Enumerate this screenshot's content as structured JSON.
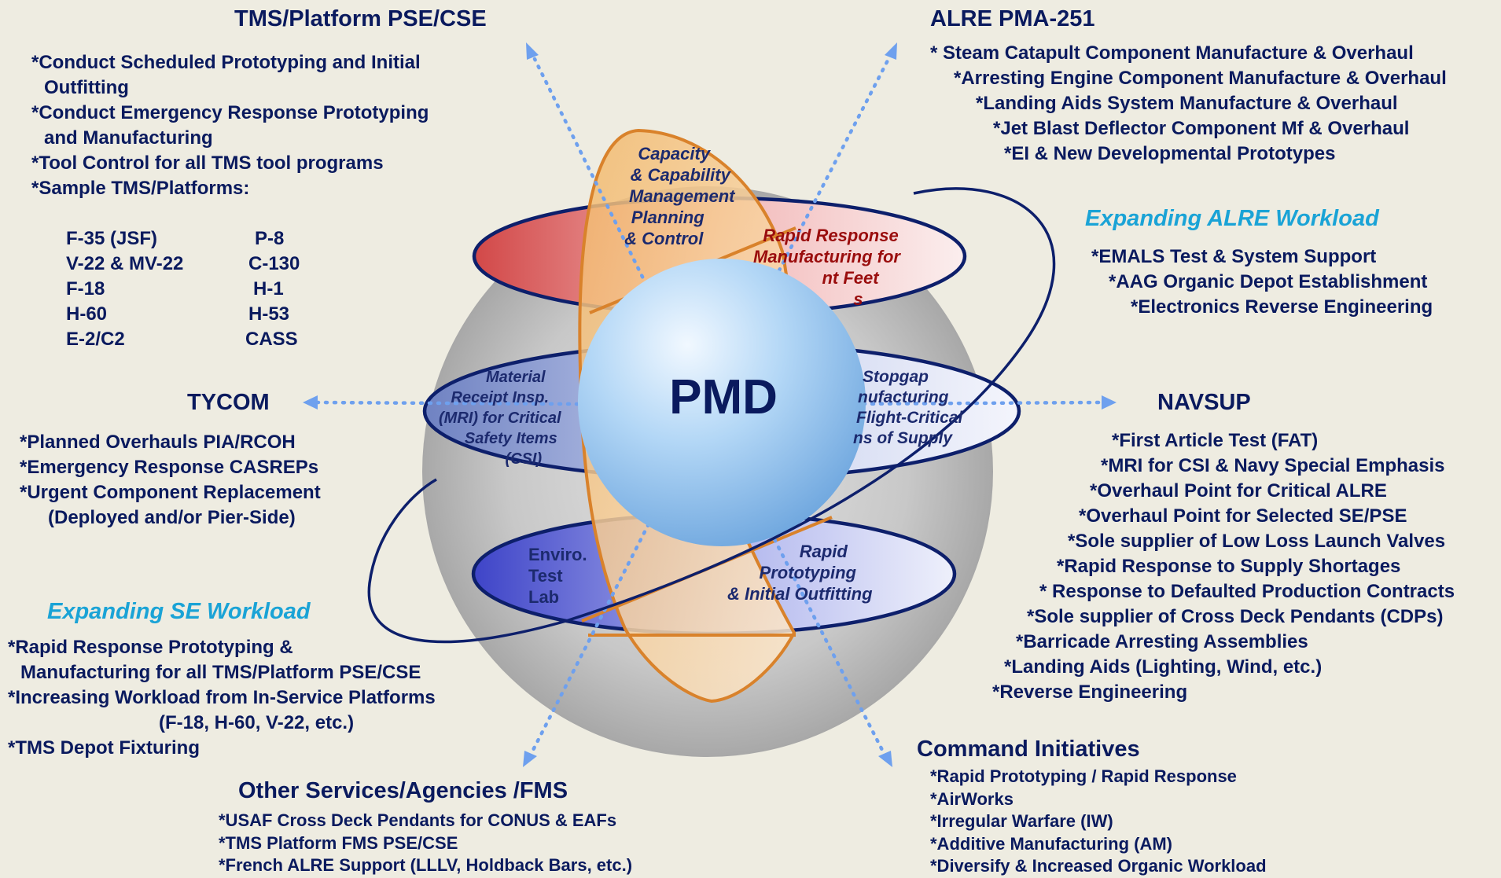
{
  "center_label": "PMD",
  "sections": {
    "tms": {
      "title": "TMS/Platform PSE/CSE",
      "lines": [
        "*Conduct Scheduled Prototyping and Initial",
        "Outfitting",
        "*Conduct Emergency Response Prototyping",
        "and Manufacturing",
        "*Tool Control for all TMS tool programs",
        "*Sample TMS/Platforms:"
      ],
      "platforms_left": [
        "F-35 (JSF)",
        "V-22 & MV-22",
        "F-18",
        "H-60",
        "E-2/C2"
      ],
      "platforms_right": [
        "P-8",
        "C-130",
        "H-1",
        "H-53",
        "CASS"
      ]
    },
    "alre": {
      "title": "ALRE PMA-251",
      "lines": [
        "* Steam Catapult Component Manufacture & Overhaul",
        "*Arresting Engine Component Manufacture & Overhaul",
        "*Landing Aids System Manufacture & Overhaul",
        "*Jet Blast Deflector Component  Mf & Overhaul",
        "*EI & New Developmental Prototypes"
      ]
    },
    "expanding_alre": {
      "title": "Expanding ALRE Workload",
      "lines": [
        "*EMALS Test & System Support",
        "*AAG Organic Depot Establishment",
        "*Electronics Reverse Engineering"
      ]
    },
    "tycom": {
      "title": "TYCOM",
      "lines": [
        "*Planned Overhauls PIA/RCOH",
        "*Emergency Response CASREPs",
        "*Urgent  Component Replacement",
        "(Deployed and/or Pier-Side)"
      ]
    },
    "navsup": {
      "title": "NAVSUP",
      "lines": [
        "*First Article Test (FAT)",
        "*MRI for CSI & Navy Special Emphasis",
        "*Overhaul Point for Critical ALRE",
        "*Overhaul Point for Selected SE/PSE",
        "*Sole supplier of Low Loss Launch Valves",
        "*Rapid Response to Supply Shortages",
        "* Response to Defaulted Production Contracts",
        "*Sole supplier of Cross Deck Pendants (CDPs)",
        "*Barricade Arresting Assemblies",
        "*Landing Aids (Lighting, Wind, etc.)",
        "*Reverse Engineering"
      ]
    },
    "expanding_se": {
      "title": "Expanding SE Workload",
      "lines": [
        "*Rapid Response Prototyping &",
        "Manufacturing for all TMS/Platform PSE/CSE",
        "*Increasing Workload from In-Service Platforms",
        "(F-18, H-60, V-22, etc.)",
        "*TMS Depot Fixturing"
      ]
    },
    "other": {
      "title": "Other Services/Agencies /FMS",
      "lines": [
        "*USAF Cross Deck Pendants for CONUS & EAFs",
        "*TMS Platform FMS PSE/CSE",
        "*French ALRE Support (LLLV, Holdback Bars, etc.)"
      ]
    },
    "command": {
      "title": "Command Initiatives",
      "lines": [
        "*Rapid Prototyping / Rapid Response",
        "*AirWorks",
        "*Irregular Warfare (IW)",
        "*Additive Manufacturing (AM)",
        "*Diversify & Increased Organic Workload"
      ]
    }
  },
  "rings": {
    "capacity": [
      "Capacity",
      "& Capability",
      "Management",
      "Planning",
      "& Control"
    ],
    "rapid_response": [
      "Rapid Response",
      "Manufacturing for",
      "nt Feet",
      "s"
    ],
    "material": [
      "Material",
      "Receipt  Insp.",
      "(MRI) for Critical",
      "Safety Items",
      "(CSI)"
    ],
    "stopgap": [
      "Stopgap",
      "nufacturing",
      "Flight-Critical",
      "ns of Supply"
    ],
    "enviro": [
      "Enviro.",
      "Test",
      "Lab"
    ],
    "rapid_proto": [
      "Rapid",
      "Prototyping",
      "& Initial Outfitting"
    ]
  },
  "colors": {
    "background": "#eeece1",
    "text_navy": "#0a1a5e",
    "subheading_cyan": "#1aa3d6",
    "ring_red": "#9a0d0d",
    "orange_outline": "#d9822b",
    "arrow_blue": "#6ea0ee"
  }
}
